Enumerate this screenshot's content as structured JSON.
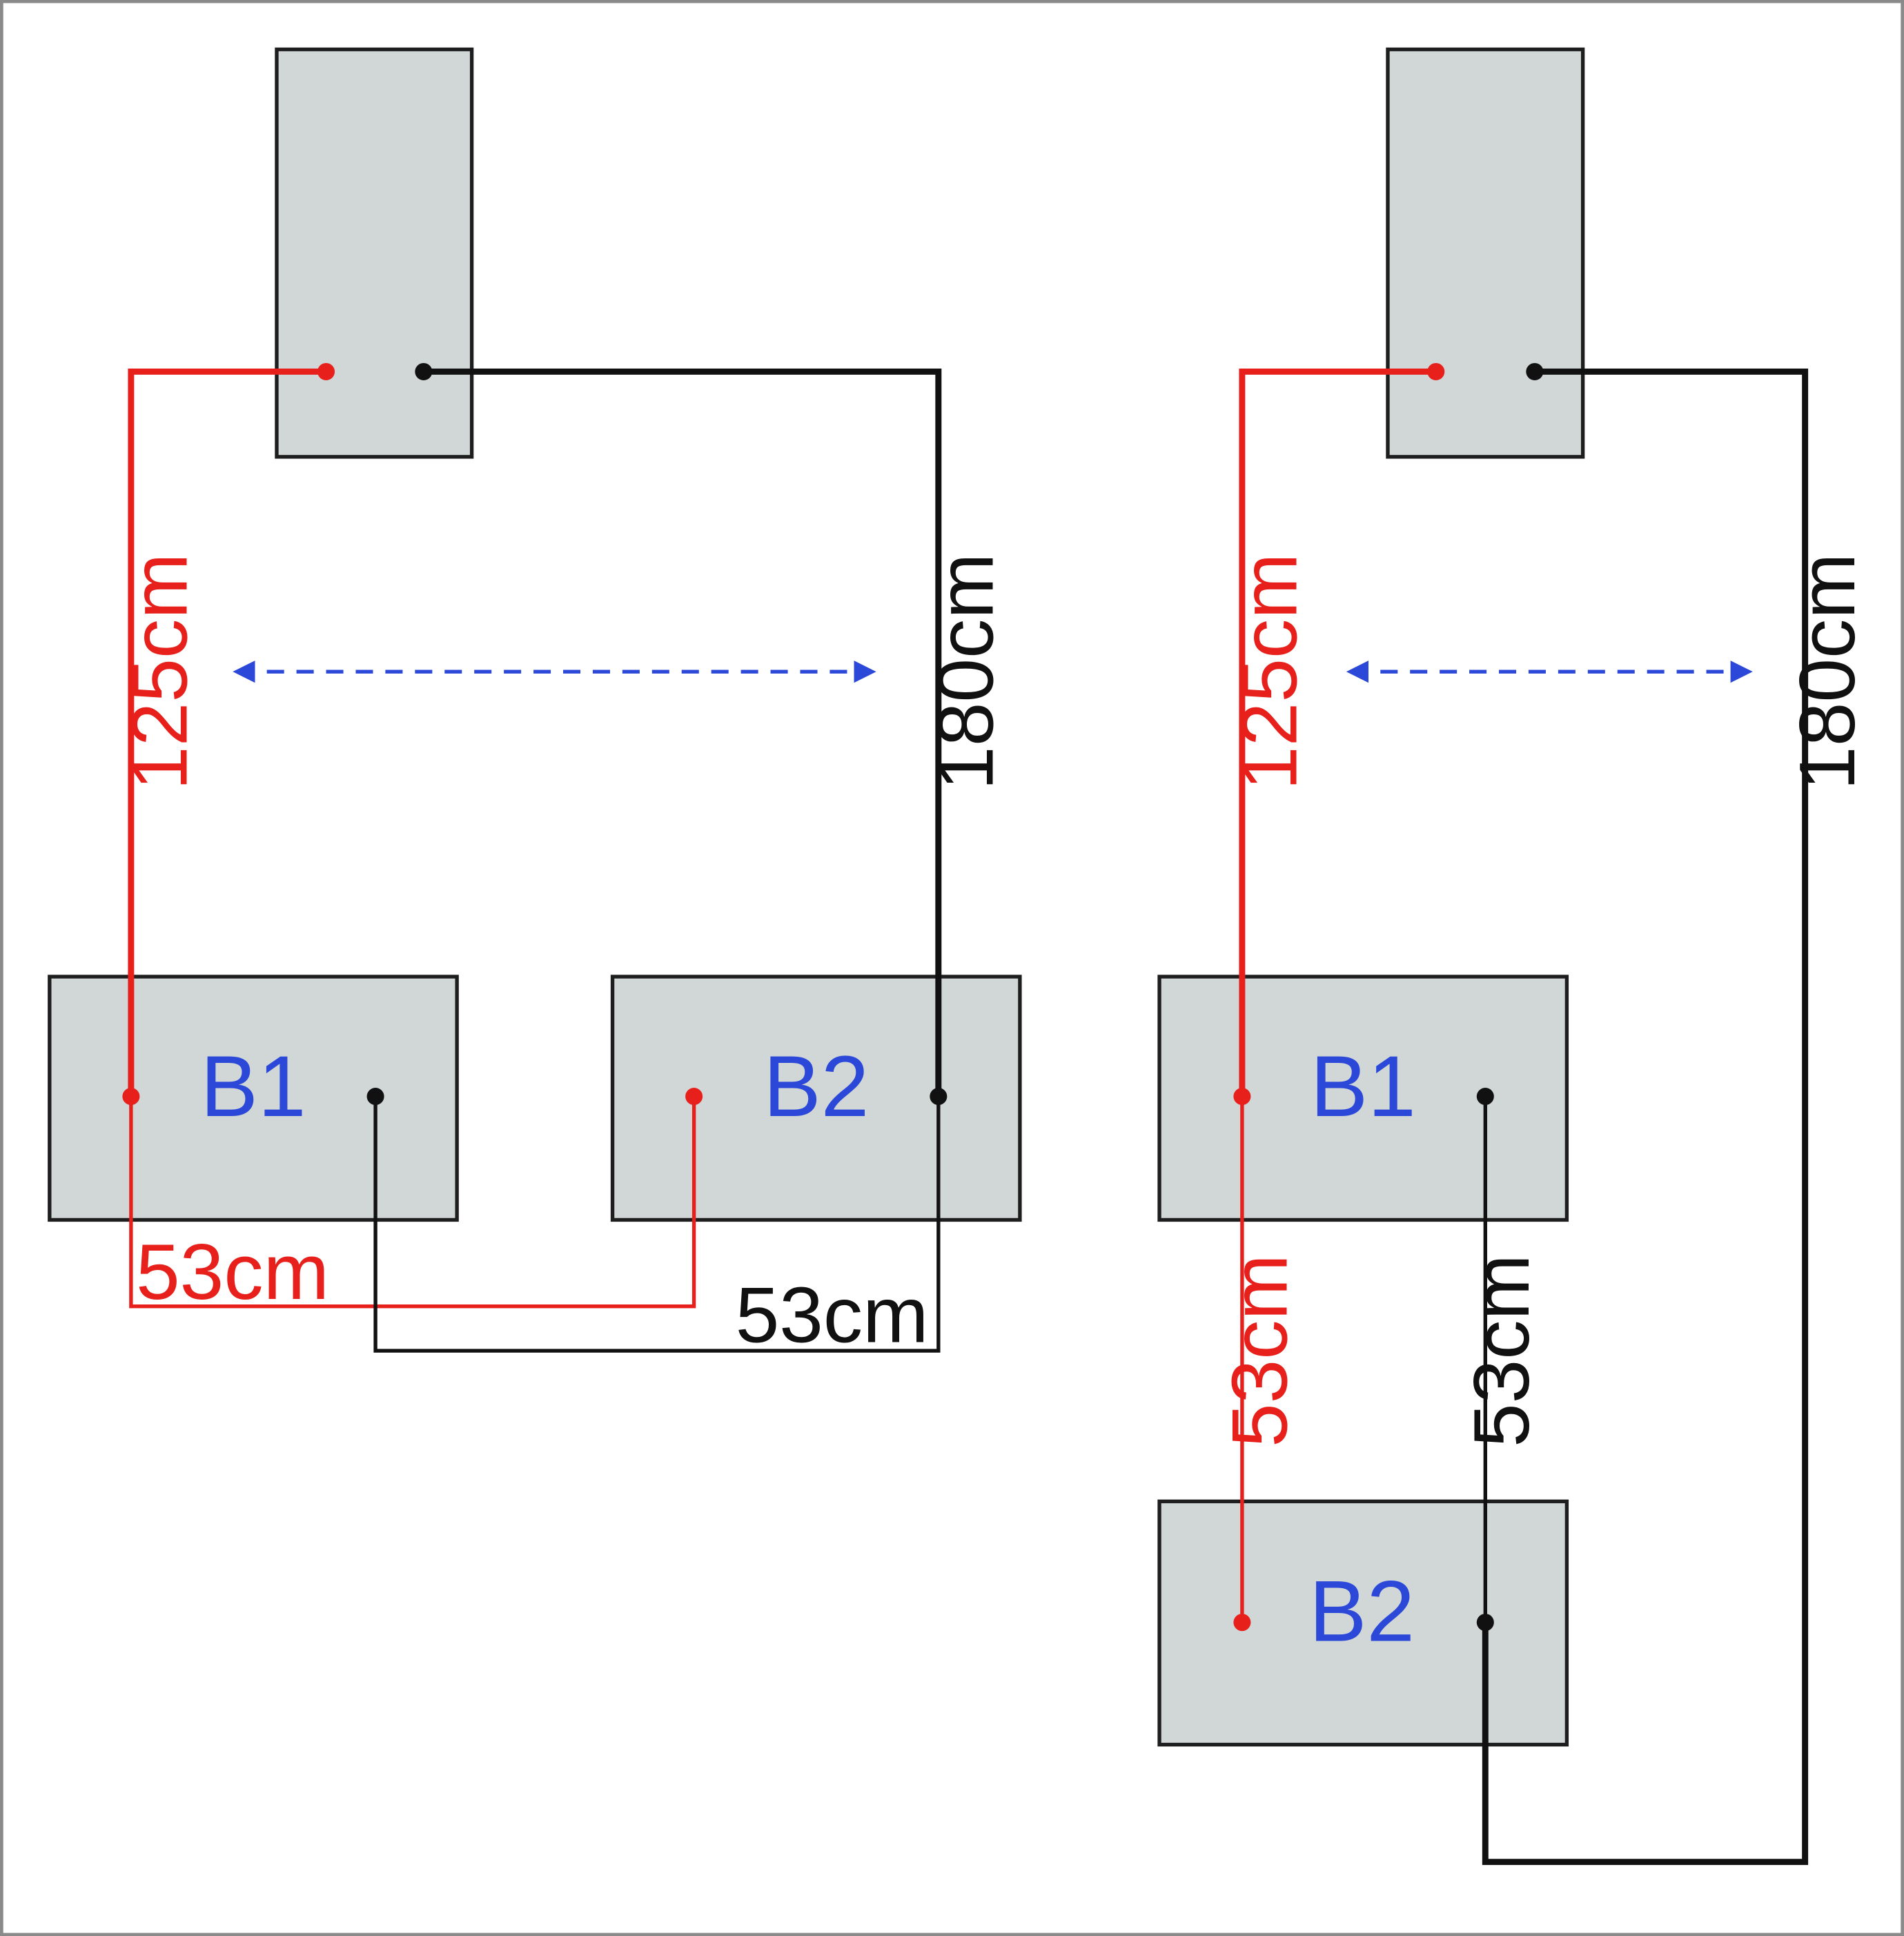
{
  "colors": {
    "positive": "#e8201c",
    "negative": "#111111",
    "battery_label": "#2b48d8",
    "arrow": "#2b48d8",
    "box_fill": "#d1d7d6"
  },
  "left_diagram": {
    "positive_main_length": "125cm",
    "negative_main_length": "180cm",
    "positive_link_length": "53cm",
    "negative_link_length": "53cm",
    "battery_1": "B1",
    "battery_2": "B2"
  },
  "right_diagram": {
    "positive_main_length": "125cm",
    "negative_main_length": "180cm",
    "positive_link_length": "53cm",
    "negative_link_length": "53cm",
    "battery_1": "B1",
    "battery_2": "B2"
  }
}
